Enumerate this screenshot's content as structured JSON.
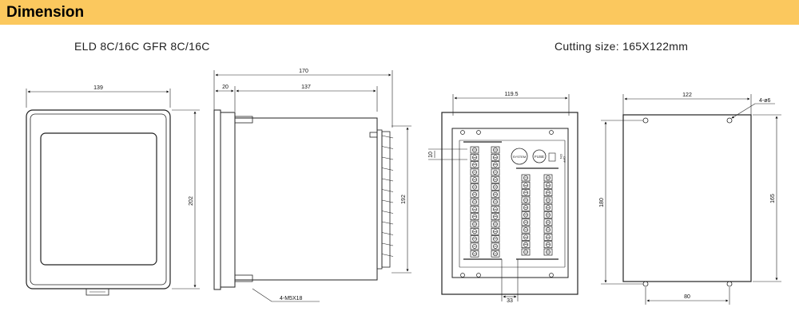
{
  "header": {
    "title": "Dimension"
  },
  "models": {
    "label": "ELD 8C/16C   GFR 8C/16C"
  },
  "cutting": {
    "label": "Cutting size: 165X122mm"
  },
  "front_view": {
    "width_label": "139",
    "height_label": "202"
  },
  "side_view": {
    "total_label": "170",
    "flange_label": "20",
    "body_label": "137",
    "height_label": "192",
    "screw_label": "4-M5X18"
  },
  "rear_view": {
    "width_label": "119.5",
    "pitch_label": "10",
    "bottom_label": "33",
    "button_system": "SYSTEM",
    "button_fuse": "FUSE",
    "switch_label_on": "ON",
    "switch_label_off": "OFF"
  },
  "cutout_view": {
    "width_label": "122",
    "hole_label": "4-ø6",
    "height_left_label": "180",
    "height_right_label": "165",
    "bottom_label": "80"
  }
}
